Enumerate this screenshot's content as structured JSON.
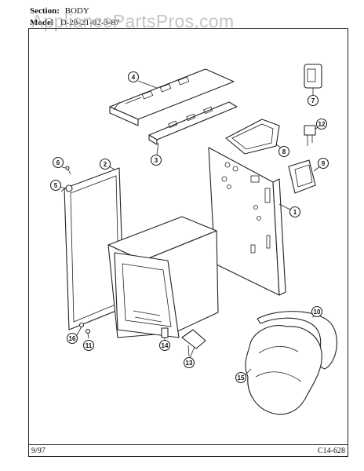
{
  "header": {
    "section_label": "Section:",
    "section_value": "BODY",
    "model_label": "Model",
    "model_value": "D-28-21-02-3-87"
  },
  "watermark": "AppliancePartsPros.com",
  "footer": {
    "date": "9/97",
    "page_code": "C14-628"
  },
  "callouts": [
    "1",
    "2",
    "3",
    "4",
    "5",
    "6",
    "7",
    "8",
    "9",
    "10",
    "11",
    "12",
    "13",
    "14",
    "15",
    "16"
  ]
}
